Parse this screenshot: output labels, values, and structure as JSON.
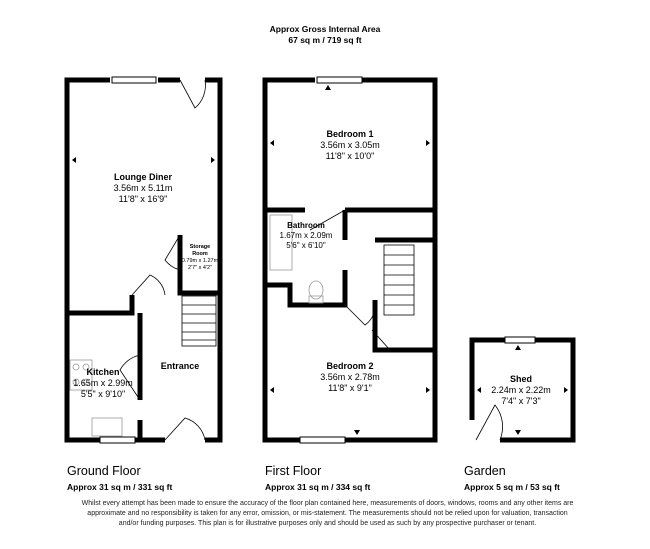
{
  "header": {
    "title": "Approx Gross Internal Area",
    "area": "67 sq m / 719 sq ft"
  },
  "floors": [
    {
      "name": "Ground Floor",
      "area": "Approx 31 sq m / 331 sq ft"
    },
    {
      "name": "First Floor",
      "area": "Approx 31 sq m / 334 sq ft"
    },
    {
      "name": "Garden",
      "area": "Approx 5 sq m / 53 sq ft"
    }
  ],
  "rooms": {
    "lounge": {
      "name": "Lounge Diner",
      "metric": "3.56m x 5.11m",
      "imperial": "11'8\" x 16'9\""
    },
    "storage": {
      "name": "Storage Room",
      "metric": "0.79m x 1.27m",
      "imperial": "2'7\" x 4'2\""
    },
    "kitchen": {
      "name": "Kitchen",
      "metric": "1.65m x 2.99m",
      "imperial": "5'5\" x 9'10\""
    },
    "entrance": {
      "name": "Entrance"
    },
    "bedroom1": {
      "name": "Bedroom 1",
      "metric": "3.56m x 3.05m",
      "imperial": "11'8\" x 10'0\""
    },
    "bathroom": {
      "name": "Bathroom",
      "metric": "1.67m x 2.09m",
      "imperial": "5'6\" x 6'10\""
    },
    "bedroom2": {
      "name": "Bedroom 2",
      "metric": "3.56m x 2.78m",
      "imperial": "11'8\" x 9'1\""
    },
    "shed": {
      "name": "Shed",
      "metric": "2.24m x 2.22m",
      "imperial": "7'4\" x 7'3\""
    }
  },
  "disclaimer": "Whilst every attempt has been made to ensure the accuracy of the floor plan contained here, measurements of doors, windows, rooms and any other items are approximate and no responsibility is taken for any error, omission, or mis-statement. The measurements should not be relied upon for valuation, transaction and/or funding purposes. This plan is for illustrative purposes only and should be used as such by any prospective purchaser or tenant.",
  "colors": {
    "wall": "#000000",
    "fixture": "#888888"
  }
}
